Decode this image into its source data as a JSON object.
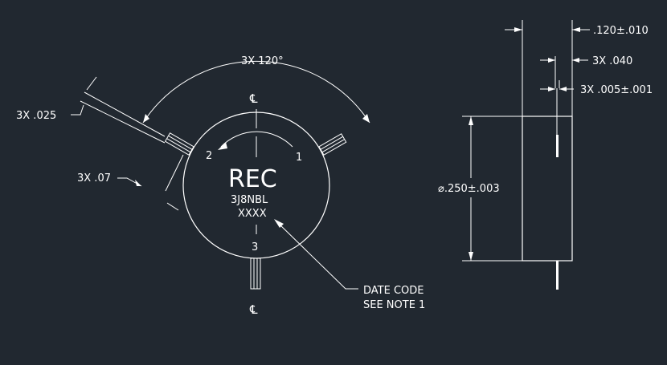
{
  "colors": {
    "background": "#212830",
    "line": "#ffffff"
  },
  "labels": {
    "top_angle": "3X 120°",
    "lead_dia": "3X .025",
    "lead_len": "3X .07",
    "centerline_top": "℄",
    "centerline_bottom": "℄",
    "marking_main": "REC",
    "marking_code": "3J8NBL",
    "marking_date": "XXXX",
    "pin1": "1",
    "pin2": "2",
    "pin3": "3",
    "date_code_line1": "DATE CODE",
    "date_code_line2": "SEE NOTE 1",
    "width_tol": ".120±.010",
    "lead_spacing": "3X .040",
    "lead_wire": "3X .005±.001",
    "body_dia": "⌀.250±.003"
  }
}
